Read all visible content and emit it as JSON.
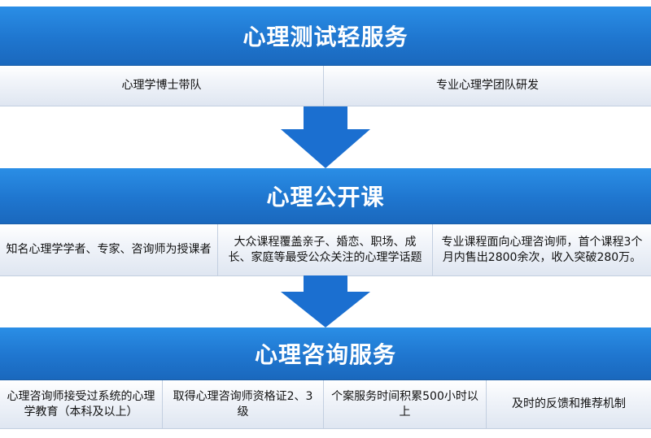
{
  "sections": [
    {
      "title": "心理测试轻服务",
      "cells": [
        "心理学博士带队",
        "专业心理学团队研发"
      ]
    },
    {
      "title": "心理公开课",
      "cells": [
        "知名心理学学者、专家、咨询师为授课者",
        "大众课程覆盖亲子、婚恋、职场、成长、家庭等最受公众关注的心理学话题",
        "专业课程面向心理咨询师，首个课程3个月内售出2800余次，收入突破280万。"
      ]
    },
    {
      "title": "心理咨询服务",
      "cells": [
        "心理咨询师接受过系统的心理学教育（本科及以上）",
        "取得心理咨询师资格证2、3级",
        "个案服务时间积累500小时以上",
        "及时的反馈和推荐机制"
      ]
    }
  ],
  "colors": {
    "header": "#1f76cf",
    "arrow": "#1b6fd0",
    "cell_bg": "#e8edf5"
  }
}
